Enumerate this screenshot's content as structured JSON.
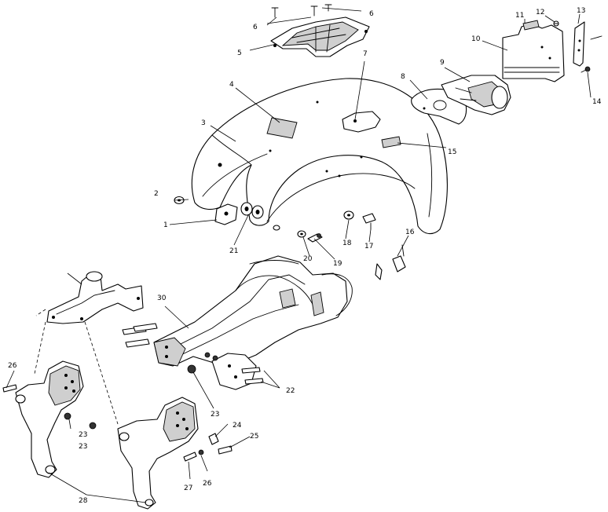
{
  "callouts": [
    {
      "id": "c1",
      "text": "1"
    },
    {
      "id": "c2",
      "text": "2"
    },
    {
      "id": "c3",
      "text": "3"
    },
    {
      "id": "c4",
      "text": "4"
    },
    {
      "id": "c5",
      "text": "5"
    },
    {
      "id": "c6a",
      "text": "6"
    },
    {
      "id": "c6b",
      "text": "6"
    },
    {
      "id": "c7",
      "text": "7"
    },
    {
      "id": "c8",
      "text": "8"
    },
    {
      "id": "c9",
      "text": "9"
    },
    {
      "id": "c10",
      "text": "10"
    },
    {
      "id": "c11",
      "text": "11"
    },
    {
      "id": "c12",
      "text": "12"
    },
    {
      "id": "c13",
      "text": "13"
    },
    {
      "id": "c14",
      "text": "14"
    },
    {
      "id": "c15",
      "text": "15"
    },
    {
      "id": "c16",
      "text": "16"
    },
    {
      "id": "c17",
      "text": "17"
    },
    {
      "id": "c18",
      "text": "18"
    },
    {
      "id": "c19",
      "text": "19"
    },
    {
      "id": "c20",
      "text": "20"
    },
    {
      "id": "c21",
      "text": "21"
    },
    {
      "id": "c22",
      "text": "22"
    },
    {
      "id": "c23a",
      "text": "23"
    },
    {
      "id": "c23b",
      "text": "23"
    },
    {
      "id": "c23c",
      "text": "23"
    },
    {
      "id": "c24",
      "text": "24"
    },
    {
      "id": "c25",
      "text": "25"
    },
    {
      "id": "c26a",
      "text": "26"
    },
    {
      "id": "c26b",
      "text": "26"
    },
    {
      "id": "c27",
      "text": "27"
    },
    {
      "id": "c28",
      "text": "28"
    },
    {
      "id": "c30",
      "text": "30"
    }
  ]
}
